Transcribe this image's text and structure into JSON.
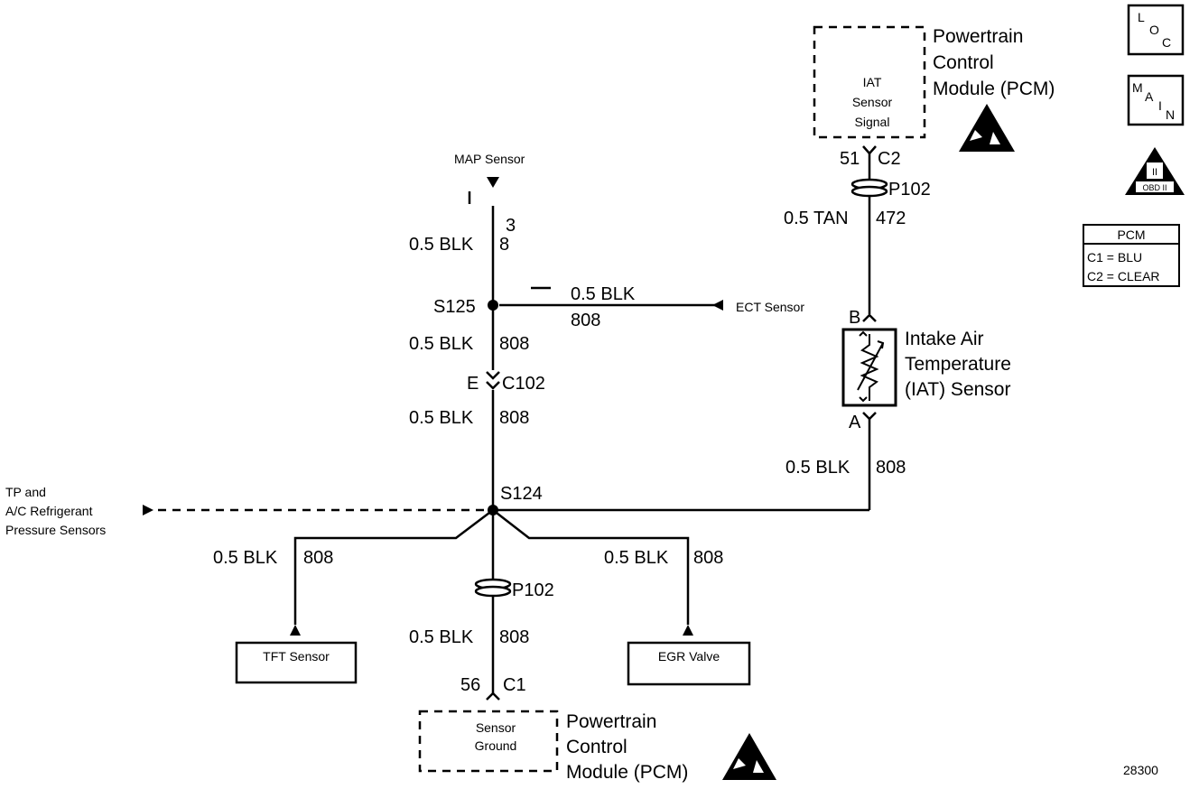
{
  "map_sensor": "MAP Sensor",
  "wire_0_5_blk": "0.5 BLK",
  "circuit_808": "808",
  "circuit_80_partial": "8 ",
  "splice_s125": "S125",
  "splice_s124": "S124",
  "ect_sensor": "ECT Sensor",
  "connector_e": "E",
  "connector_c102": "C102",
  "tp_ac_sensors": [
    "TP and",
    "A/C Refrigerant",
    "Pressure Sensors"
  ],
  "tft_sensor": "TFT Sensor",
  "egr_valve": "EGR Valve",
  "p102": "P102",
  "pin_56": "56",
  "conn_c1": "C1",
  "sensor_ground": [
    "Sensor",
    "Ground"
  ],
  "pcm_lines": [
    "Powertrain",
    "Control",
    "Module (PCM)"
  ],
  "iat_signal": [
    "IAT",
    "Sensor",
    "Signal"
  ],
  "pin_51": "51",
  "conn_c2": "C2",
  "wire_0_5_tan": "0.5 TAN",
  "circuit_472": "472",
  "pin_b": "B",
  "pin_a": "A",
  "iat_sensor": [
    "Intake Air",
    "Temperature",
    "(IAT) Sensor"
  ],
  "loc_letters": [
    "L",
    "O",
    "C"
  ],
  "main_letters": [
    "M",
    "A",
    "I",
    "N"
  ],
  "obd_text": "OBD II",
  "obd_roman": "II",
  "pcm_table": {
    "title": "PCM",
    "rows": [
      "C1 = BLU",
      "C2 = CLEAR"
    ]
  },
  "figure_number": "28300"
}
